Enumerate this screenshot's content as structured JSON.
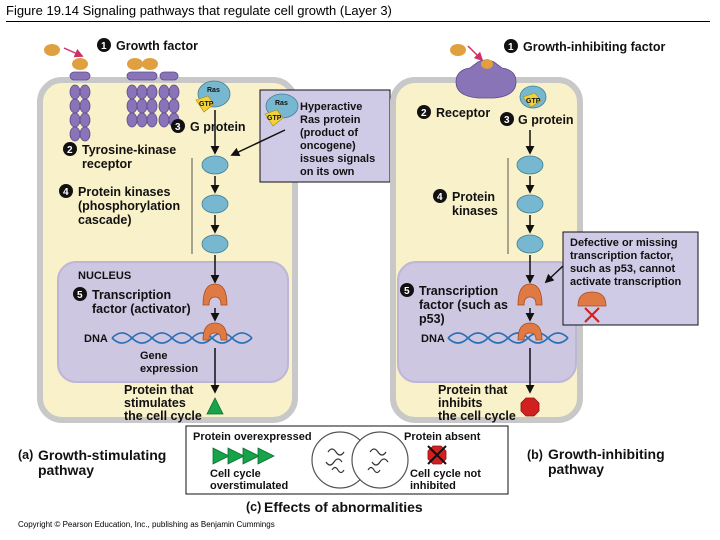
{
  "title": "Figure 19.14 Signaling pathways that regulate cell growth (Layer 3)",
  "copyright": "Copyright © Pearson Education, Inc., publishing as Benjamin Cummings",
  "left": {
    "step1": "Growth factor",
    "step2_line1": "Tyrosine-kinase",
    "step2_line2": "receptor",
    "step3": "G protein",
    "step4_line1": "Protein kinases",
    "step4_line2": "(phosphorylation",
    "step4_line3": "cascade)",
    "nucleus": "NUCLEUS",
    "step5_line1": "Transcription",
    "step5_line2": "factor (activator)",
    "dna": "DNA",
    "gene_line1": "Gene",
    "gene_line2": "expression",
    "protein_line1": "Protein that",
    "protein_line2": "stimulates",
    "protein_line3": "the cell cycle",
    "ras": "Ras",
    "gtp": "GTP",
    "panel_letter": "(a)",
    "panel_line1": "Growth-stimulating",
    "panel_line2": "pathway"
  },
  "callout_ras": {
    "ras": "Ras",
    "gtp": "GTP",
    "line1": "Hyperactive",
    "line2": "Ras protein",
    "line3": "(product of",
    "line4": "oncogene)",
    "line5": "issues signals",
    "line6": "on its own"
  },
  "right": {
    "step1": "Growth-inhibiting factor",
    "step2": "Receptor",
    "step3": "G protein",
    "gtp": "GTP",
    "step4_line1": "Protein",
    "step4_line2": "kinases",
    "step5_line1": "Transcription",
    "step5_line2": "factor (such as",
    "step5_line3": "p53)",
    "dna": "DNA",
    "protein_line1": "Protein that",
    "protein_line2": "inhibits",
    "protein_line3": "the cell cycle",
    "panel_letter": "(b)",
    "panel_line1": "Growth-inhibiting",
    "panel_line2": "pathway"
  },
  "callout_p53": {
    "line1": "Defective or missing",
    "line2": "transcription factor,",
    "line3": "such as p53, cannot",
    "line4": "activate transcription"
  },
  "bottom": {
    "overexpressed": "Protein overexpressed",
    "absent": "Protein absent",
    "left_line1": "Cell cycle",
    "left_line2": "overstimulated",
    "right_line1": "Cell cycle not",
    "right_line2": "inhibited",
    "panel_letter": "(c)",
    "panel_label": "Effects of abnormalities"
  },
  "step_numbers": [
    "1",
    "2",
    "3",
    "4",
    "5"
  ],
  "colors": {
    "cell": "#f9f1c9",
    "cell_border": "#c8c8c8",
    "nucleus": "#cdc7e2",
    "callout": "#cfcbe6",
    "receptor": "#8a74b8",
    "g_protein": "#77b8d0",
    "transcription_factor": "#e07a45",
    "green_triangle": "#17a34a",
    "red_octagon": "#d12020",
    "growth_factor": "#e0a040"
  }
}
